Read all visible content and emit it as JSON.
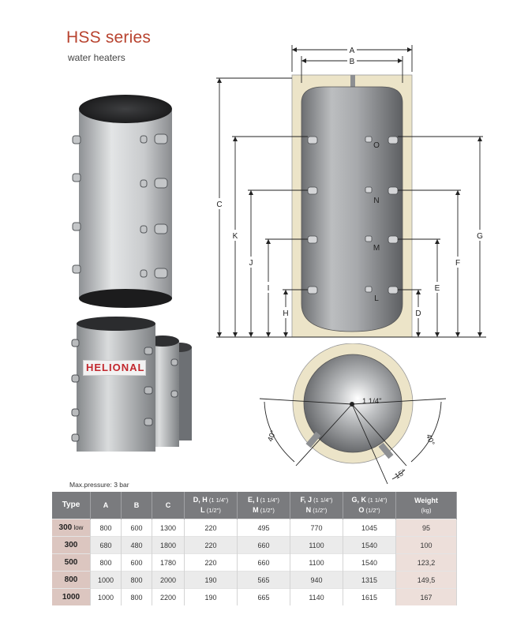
{
  "header": {
    "title": "HSS series",
    "subtitle": "water heaters"
  },
  "product_photo": {
    "brand_label": "HELIONAL"
  },
  "diagram": {
    "dimension_labels": {
      "a": "A",
      "b": "B",
      "c": "C",
      "k": "K",
      "j": "J",
      "i": "I",
      "h": "H",
      "g": "G",
      "f": "F",
      "e": "E",
      "d": "D"
    },
    "port_labels": {
      "o": "O",
      "n": "N",
      "m": "M",
      "l": "L"
    },
    "top_view": {
      "center_port": "1 1/4\"",
      "angle_left": "40°",
      "angle_right": "40°",
      "angle_bottom": "15°"
    }
  },
  "pressure_note": "Max.pressure: 3  bar",
  "table": {
    "headers": [
      {
        "main": "Type"
      },
      {
        "main": "A"
      },
      {
        "main": "B"
      },
      {
        "main": "C"
      },
      {
        "line1_bold": "D, H",
        "line1_small": " (1 1/4\")",
        "line2_bold": "L",
        "line2_small": " (1/2\")"
      },
      {
        "line1_bold": "E, I",
        "line1_small": " (1 1/4\")",
        "line2_bold": "M",
        "line2_small": " (1/2\")"
      },
      {
        "line1_bold": "F, J",
        "line1_small": " (1 1/4\")",
        "line2_bold": "N",
        "line2_small": " (1/2\")"
      },
      {
        "line1_bold": "G, K",
        "line1_small": " (1 1/4\")",
        "line2_bold": "O",
        "line2_small": " (1/2\")"
      },
      {
        "main": "Weight",
        "unit": "(kg)"
      }
    ],
    "rows": [
      {
        "type": "300",
        "type_suffix": " low",
        "a": "800",
        "b": "600",
        "c": "1300",
        "dh": "220",
        "ei": "495",
        "fj": "770",
        "gk": "1045",
        "weight": "95"
      },
      {
        "type": "300",
        "type_suffix": "",
        "a": "680",
        "b": "480",
        "c": "1800",
        "dh": "220",
        "ei": "660",
        "fj": "1100",
        "gk": "1540",
        "weight": "100"
      },
      {
        "type": "500",
        "type_suffix": "",
        "a": "800",
        "b": "600",
        "c": "1780",
        "dh": "220",
        "ei": "660",
        "fj": "1100",
        "gk": "1540",
        "weight": "123,2"
      },
      {
        "type": "800",
        "type_suffix": "",
        "a": "1000",
        "b": "800",
        "c": "2000",
        "dh": "190",
        "ei": "565",
        "fj": "940",
        "gk": "1315",
        "weight": "149,5"
      },
      {
        "type": "1000",
        "type_suffix": "",
        "a": "1000",
        "b": "800",
        "c": "2200",
        "dh": "190",
        "ei": "665",
        "fj": "1140",
        "gk": "1615",
        "weight": "167"
      }
    ]
  }
}
